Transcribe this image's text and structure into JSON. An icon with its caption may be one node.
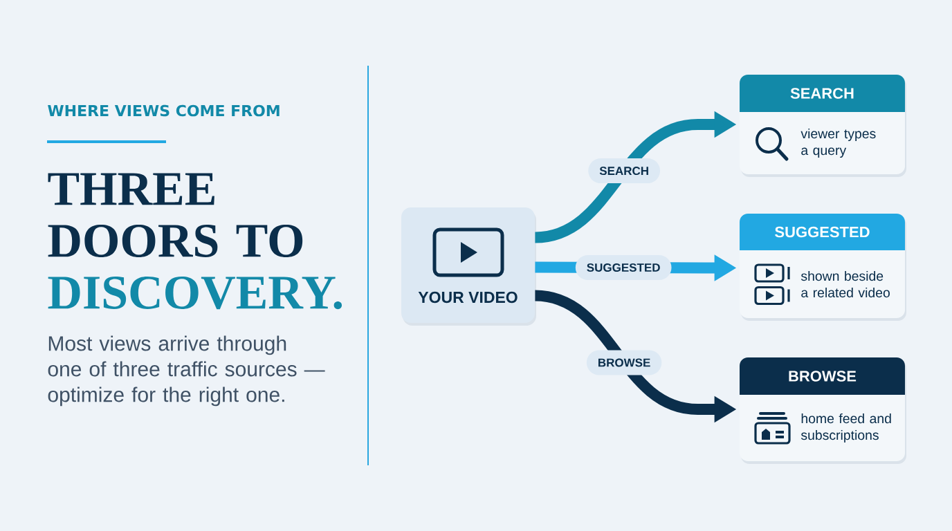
{
  "diagram": {
    "title": "THREE DOORS TO DISCOVERY.",
    "nodes": [
      {
        "text": [
          "YOUR VIDEO"
        ]
      },
      {
        "text": [
          "SEARCH",
          "viewer types a query"
        ]
      },
      {
        "text": [
          "SUGGESTED",
          "shown beside a related video"
        ]
      },
      {
        "text": [
          "BROWSE",
          "home feed and subscriptions"
        ]
      }
    ],
    "edges": [
      {
        "from": 0,
        "to": 1,
        "arrow": "to",
        "label": "SEARCH",
        "color": "#1289a8"
      },
      {
        "from": 0,
        "to": 2,
        "arrow": "to",
        "label": "SUGGESTED",
        "color": "#22a8e2"
      },
      {
        "from": 0,
        "to": 3,
        "arrow": "to",
        "label": "BROWSE",
        "color": "#0b2e4b"
      }
    ],
    "labels": [
      "WHERE VIEWS COME FROM",
      "Most views arrive through one of three traffic sources — optimize for the right one."
    ]
  }
}
